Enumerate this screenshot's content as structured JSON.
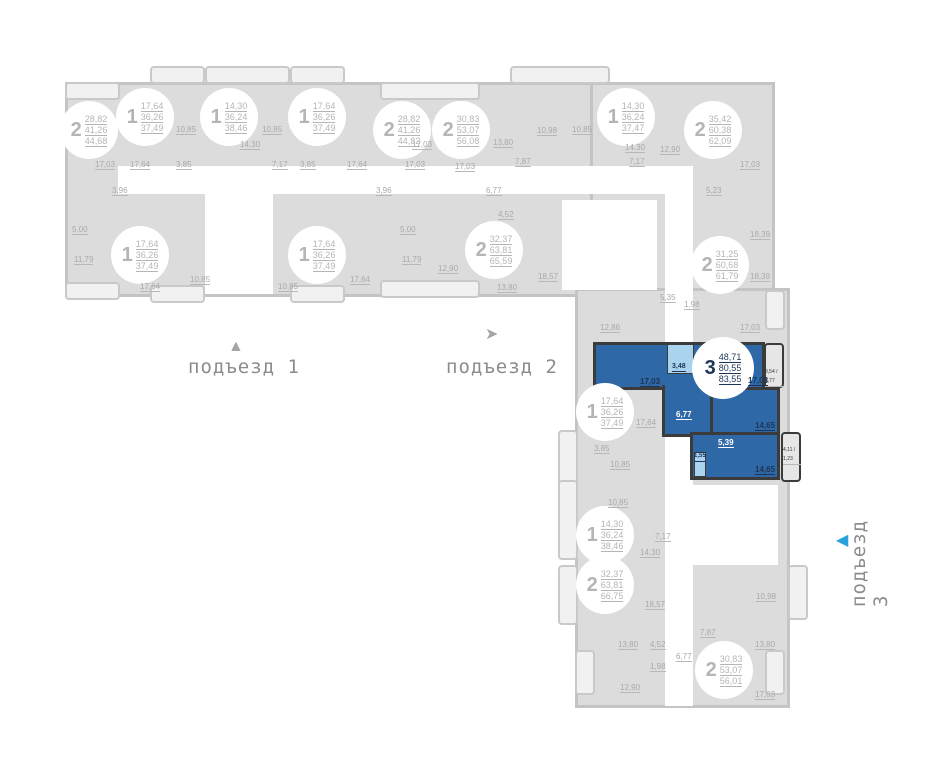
{
  "entrances": [
    {
      "label": "подъезд 1",
      "arrow": "up-arrow-icon"
    },
    {
      "label": "подъезд 2",
      "arrow": "right-arrow-icon"
    },
    {
      "label": "подъезд 3",
      "arrow": "left-arrow-icon",
      "arrow_color": "#2aa0dc"
    }
  ],
  "selected_apartment": {
    "rooms": "3",
    "living": "48,71",
    "total": "80,55",
    "with_balcony": "83,55",
    "color": "#2f68a6",
    "room_areas": [
      "17,03",
      "17,03",
      "3,48",
      "6,77",
      "14,65",
      "14,65",
      "5,39",
      "1,55"
    ],
    "balconies": [
      "3,54 / 1,77",
      "4,11 / 1,23"
    ]
  },
  "apartments": [
    {
      "rooms": "2",
      "a": "28,82",
      "b": "41,26",
      "c": "44,68"
    },
    {
      "rooms": "1",
      "a": "17,64",
      "b": "36,26",
      "c": "37,49"
    },
    {
      "rooms": "1",
      "a": "14,30",
      "b": "36,24",
      "c": "38,46"
    },
    {
      "rooms": "1",
      "a": "17,64",
      "b": "36,26",
      "c": "37,49"
    },
    {
      "rooms": "2",
      "a": "28,82",
      "b": "41,26",
      "c": "44,82"
    },
    {
      "rooms": "2",
      "a": "30,83",
      "b": "53,07",
      "c": "56,08"
    },
    {
      "rooms": "1",
      "a": "14,30",
      "b": "36,24",
      "c": "37,47"
    },
    {
      "rooms": "2",
      "a": "35,42",
      "b": "60,38",
      "c": "62,09"
    },
    {
      "rooms": "1",
      "a": "17,64",
      "b": "36,26",
      "c": "37,49"
    },
    {
      "rooms": "1",
      "a": "17,64",
      "b": "36,26",
      "c": "37,49"
    },
    {
      "rooms": "2",
      "a": "32,37",
      "b": "63,81",
      "c": "65,59"
    },
    {
      "rooms": "2",
      "a": "31,25",
      "b": "60,68",
      "c": "61,79"
    },
    {
      "rooms": "1",
      "a": "17,64",
      "b": "36,26",
      "c": "37,49"
    },
    {
      "rooms": "1",
      "a": "14,30",
      "b": "36,24",
      "c": "38,46"
    },
    {
      "rooms": "2",
      "a": "32,37",
      "b": "63,81",
      "c": "66,75"
    },
    {
      "rooms": "2",
      "a": "30,83",
      "b": "53,07",
      "c": "56,01"
    }
  ],
  "room_labels": [
    "17,03",
    "17,64",
    "3,85",
    "10,85",
    "14,30",
    "7,17",
    "10,85",
    "3,85",
    "17,64",
    "17,03",
    "17,03",
    "17,03",
    "7,87",
    "13,80",
    "10,98",
    "10,85",
    "7,17",
    "14,30",
    "12,90",
    "17,03",
    "3,96",
    "5,00",
    "11,79",
    "17,64",
    "10,85",
    "10,85",
    "17,64",
    "3,96",
    "5,00",
    "11,79",
    "12,90",
    "6,77",
    "4,52",
    "13,80",
    "18,57",
    "18,39",
    "18,39",
    "5,23",
    "5,35",
    "1,98",
    "12,86",
    "17,03",
    "17,64",
    "3,85",
    "10,85",
    "10,85",
    "14,30",
    "7,17",
    "18,57",
    "13,80",
    "4,52",
    "6,77",
    "12,90",
    "1,98",
    "7,87",
    "13,80",
    "10,98",
    "17,03"
  ]
}
